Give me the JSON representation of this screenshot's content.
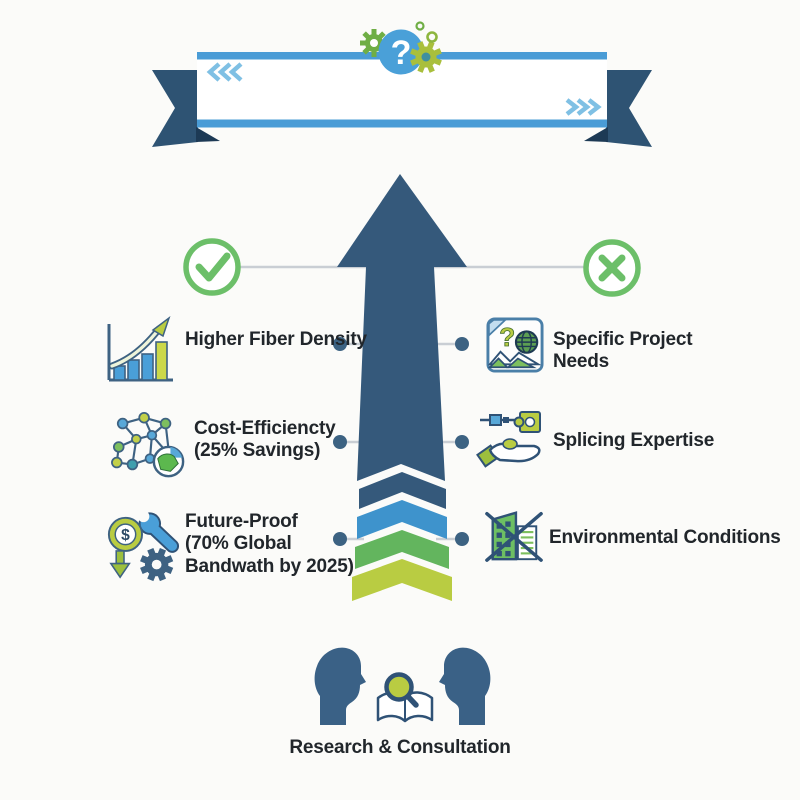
{
  "palette": {
    "dark_blue": "#35597b",
    "ribbon_fold_blue": "#2e5373",
    "ribbon_shadow_navy": "#1d3a55",
    "banner_bar_blue": "#4a9cd6",
    "badge_blue": "#4aa0d8",
    "light_blue_chevron": "#7fc0e4",
    "arrow_chevron_blue": "#3e93cc",
    "arrow_chevron_green": "#63b55e",
    "arrow_chevron_lime": "#b9cc42",
    "status_green": "#6cbf69",
    "connector_line_gray": "#c9ced4",
    "connector_dot_blue": "#3c6282",
    "text_dark": "#21262b",
    "head_silhouette_blue": "#3a6186"
  },
  "banner": {
    "question_mark": "?"
  },
  "pros": {
    "header_icon": "check-circle-icon",
    "items": [
      {
        "icon": "growth-bar-chart-icon",
        "label": "Higher Fiber Density"
      },
      {
        "icon": "network-globe-icon",
        "label": "Cost-Efficiencty\n(25% Savings)"
      },
      {
        "icon": "cost-tools-icon",
        "label": "Future-Proof\n(70% Global\nBandwath by 2025)"
      }
    ]
  },
  "cons": {
    "header_icon": "x-circle-icon",
    "items": [
      {
        "icon": "project-document-icon",
        "label": "Specific Project\nNeeds"
      },
      {
        "icon": "splicing-hand-puzzle-icon",
        "label": "Splicing Expertise"
      },
      {
        "icon": "building-crossed-icon",
        "label": "Environmental Conditions"
      }
    ]
  },
  "footer": {
    "icon": "consultation-heads-icon",
    "label": "Research & Consultation"
  },
  "icon_glyphs": {
    "dollar": "$",
    "question": "?"
  }
}
